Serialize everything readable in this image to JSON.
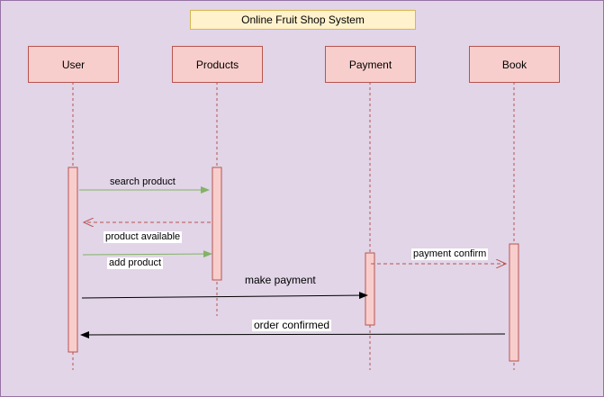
{
  "title": "Online Fruit Shop System",
  "participants": [
    {
      "id": "user",
      "label": "User"
    },
    {
      "id": "products",
      "label": "Products"
    },
    {
      "id": "payment",
      "label": "Payment"
    },
    {
      "id": "book",
      "label": "Book"
    }
  ],
  "messages": [
    {
      "id": "m1",
      "label": "search product",
      "from": "User",
      "to": "Products",
      "style": "sync",
      "color": "#82b366"
    },
    {
      "id": "m2",
      "label": "product available",
      "from": "Products",
      "to": "User",
      "style": "return",
      "color": "#b85450"
    },
    {
      "id": "m3",
      "label": "add product",
      "from": "User",
      "to": "Products",
      "style": "sync",
      "color": "#82b366"
    },
    {
      "id": "m4",
      "label": "payment confirm",
      "from": "Payment",
      "to": "Book",
      "style": "return",
      "color": "#b85450"
    },
    {
      "id": "m5",
      "label": "make payment",
      "from": "User",
      "to": "Payment",
      "style": "sync",
      "color": "#000000"
    },
    {
      "id": "m6",
      "label": "order confirmed",
      "from": "Book",
      "to": "User",
      "style": "sync",
      "color": "#000000"
    }
  ],
  "colors": {
    "background": "#e1d5e7",
    "actor_fill": "#f8cecc",
    "actor_stroke": "#b85450",
    "title_fill": "#fff2cc",
    "title_stroke": "#d6b656",
    "request_arrow": "#82b366",
    "return_arrow": "#b85450"
  }
}
